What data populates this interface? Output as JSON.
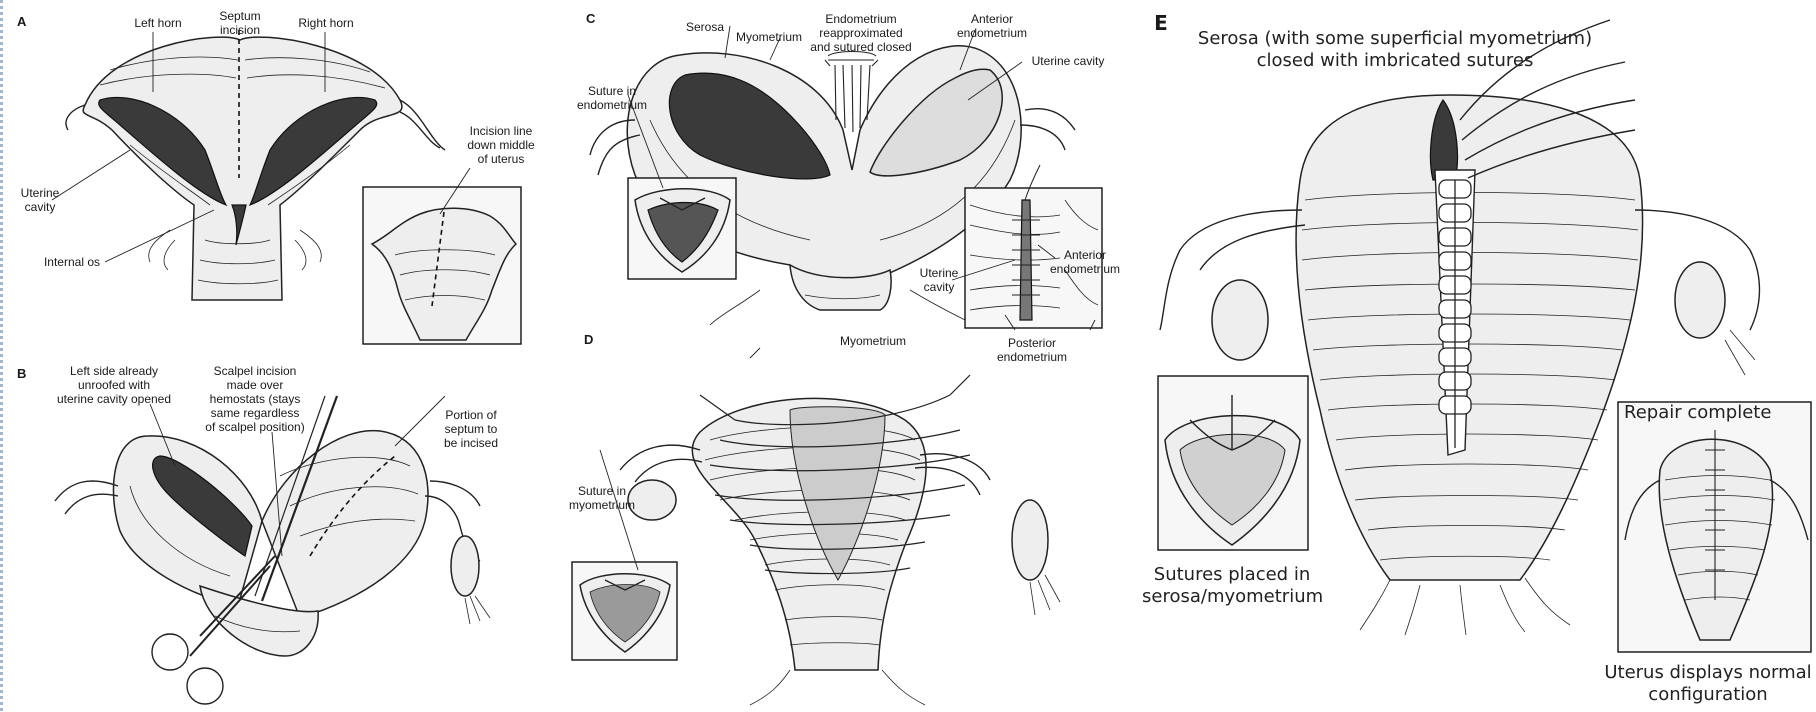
{
  "panels": {
    "A": {
      "letter": "A",
      "labels": {
        "left_horn": "Left horn",
        "septum_incision": "Septum\nincision",
        "right_horn": "Right horn",
        "uterine_cavity": "Uterine\ncavity",
        "internal_os": "Internal os",
        "incision_line": "Incision line\ndown middle\nof uterus"
      }
    },
    "B": {
      "letter": "B",
      "labels": {
        "left_side": "Left side already\nunroofed with\nuterine cavity opened",
        "scalpel_incision": "Scalpel incision\nmade over\nhemostats (stays\nsame regardless\nof scalpel position)",
        "portion_septum": "Portion of\nseptum to\nbe incised"
      }
    },
    "C": {
      "letter": "C",
      "labels": {
        "serosa": "Serosa",
        "myometrium": "Myometrium",
        "endometrium_closed": "Endometrium\nreapproximated\nand sutured closed",
        "anterior_endometrium_top": "Anterior\nendometrium",
        "uterine_cavity_top": "Uterine cavity",
        "suture_endometrium": "Suture in\nendometrium",
        "uterine_cavity_inset": "Uterine\ncavity",
        "anterior_endometrium_inset": "Anterior\nendometrium",
        "posterior_endometrium": "Posterior\nendometrium"
      }
    },
    "D": {
      "letter": "D",
      "labels": {
        "myometrium": "Myometrium",
        "suture_myometrium": "Suture in\nmyometrium"
      }
    },
    "E": {
      "letter": "E",
      "labels": {
        "serosa_closed": "Serosa (with some superficial myometrium)\nclosed with imbricated sutures",
        "repair_complete": "Repair complete",
        "sutures_placed": "Sutures placed in\nserosa/myometrium",
        "normal_configuration": "Uterus displays normal\nconfiguration"
      }
    }
  }
}
